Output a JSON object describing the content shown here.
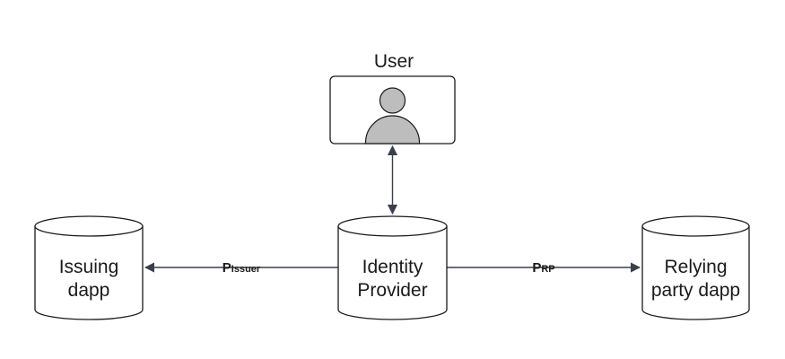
{
  "nodes": {
    "user": {
      "label": "User"
    },
    "identity_provider": {
      "label_lines": [
        "Identity",
        "Provider"
      ]
    },
    "issuing_dapp": {
      "label_lines": [
        "Issuing",
        "dapp"
      ]
    },
    "relying_party_dapp": {
      "label_lines": [
        "Relying",
        "party dapp"
      ]
    }
  },
  "edges": {
    "user_idp": {
      "direction": "bidirectional"
    },
    "idp_to_issuer": {
      "label_main": "P",
      "label_sub": "Issuer"
    },
    "idp_to_rp": {
      "label_main": "P",
      "label_sub": "RP"
    }
  },
  "colors": {
    "stroke": "#1a1a1a",
    "avatar_fill": "#bdbdbd",
    "arrow": "#3a3f4a",
    "background": "#ffffff"
  },
  "icons": {
    "user_avatar": "person-silhouette-icon"
  }
}
